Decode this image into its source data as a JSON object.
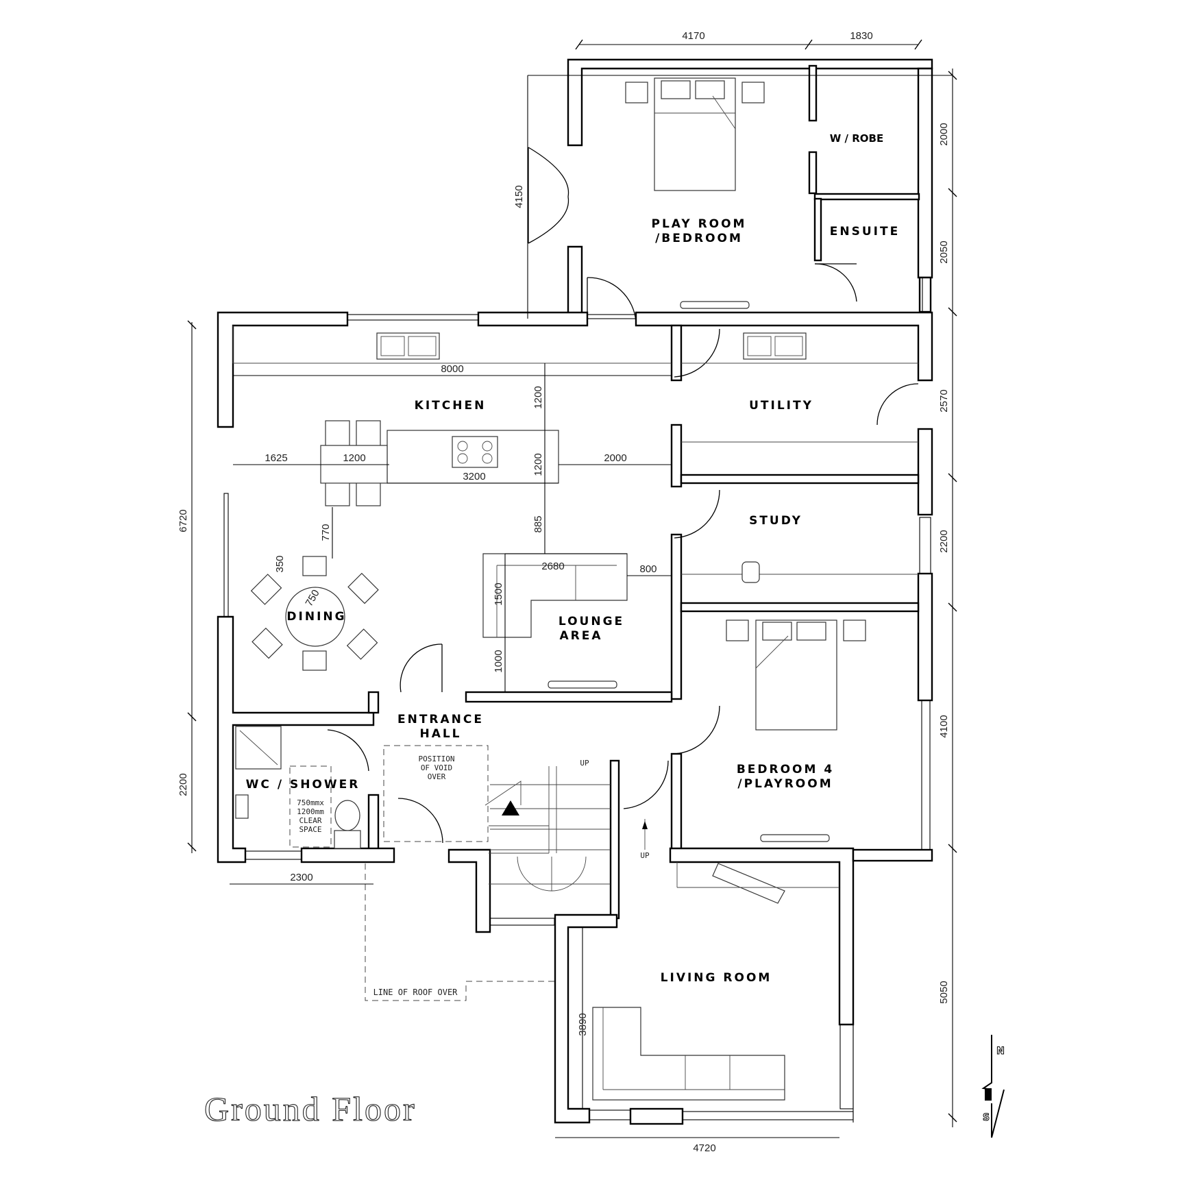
{
  "title": "Ground Floor",
  "rooms": {
    "playroom_line1": "PLAY ROOM",
    "playroom_line2": "/BEDROOM",
    "wrobe": "W / ROBE",
    "ensuite": "ENSUITE",
    "kitchen": "KITCHEN",
    "utility": "UTILITY",
    "study": "STUDY",
    "dining": "DINING",
    "lounge_line1": "LOUNGE",
    "lounge_line2": "AREA",
    "hall_line1": "ENTRANCE",
    "hall_line2": "HALL",
    "wc": "WC / SHOWER",
    "bedroom4_line1": "BEDROOM 4",
    "bedroom4_line2": "/PLAYROOM",
    "living": "LIVING ROOM"
  },
  "notes": {
    "void_line1": "POSITION",
    "void_line2": "OF VOID",
    "void_line3": "OVER",
    "clear_line1": "750mmx",
    "clear_line2": "1200mm",
    "clear_line3": "CLEAR",
    "clear_line4": "SPACE",
    "roof": "LINE OF ROOF OVER",
    "up1": "UP",
    "up2": "UP"
  },
  "dimensions": {
    "d4170": "4170",
    "d1830": "1830",
    "d2000_right": "2000",
    "d2050": "2050",
    "d4150": "4150",
    "d8000": "8000",
    "d1200_a": "1200",
    "d1200_b": "1200",
    "d1200_c": "1200",
    "d1625": "1625",
    "d3200": "3200",
    "d2000_mid": "2000",
    "d2570": "2570",
    "d2200_right": "2200",
    "d4100": "4100",
    "d5050": "5050",
    "d6720": "6720",
    "d2200_left": "2200",
    "d2300": "2300",
    "d770": "770",
    "d885": "885",
    "d350": "350",
    "d750": "750",
    "d2680": "2680",
    "d800": "800",
    "d1500": "1500",
    "d1000": "1000",
    "d3890": "3890",
    "d4720": "4720"
  },
  "compass": {
    "north": "N",
    "south": "S"
  }
}
